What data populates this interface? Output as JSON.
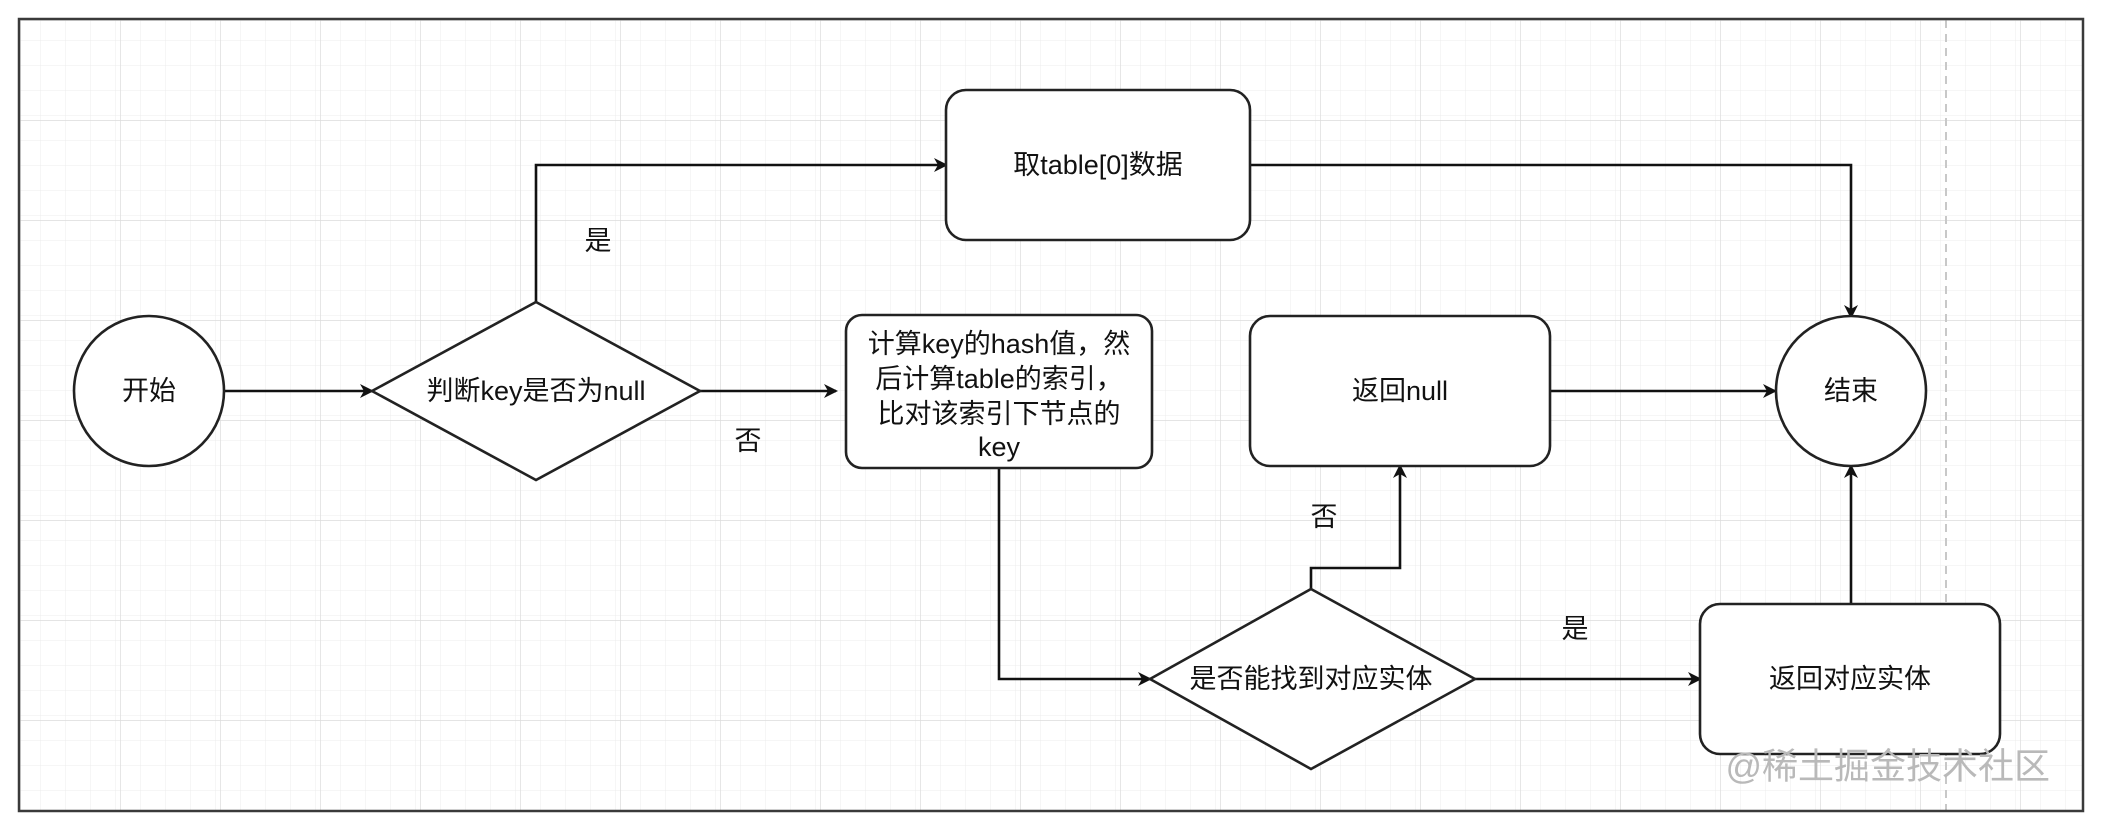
{
  "nodes": {
    "start": "开始",
    "check_null": "判断key是否为null",
    "take_table0": "取table[0]数据",
    "compute_hash": [
      "计算key的hash值，然",
      "后计算table的索引，",
      "比对该索引下节点的",
      "key"
    ],
    "return_null": "返回null",
    "can_find": "是否能找到对应实体",
    "return_entity": "返回对应实体",
    "end": "结束"
  },
  "edges": {
    "yes_to_table0": "是",
    "no_to_hash": "否",
    "no_to_return_null": "否",
    "yes_to_return_entity": "是"
  },
  "watermark": "@稀土掘金技术社区",
  "colors": {
    "stroke": "#222222",
    "grid_minor": "#ececec",
    "grid_major": "#dcdcdc",
    "watermark": "#b9b9b9"
  }
}
